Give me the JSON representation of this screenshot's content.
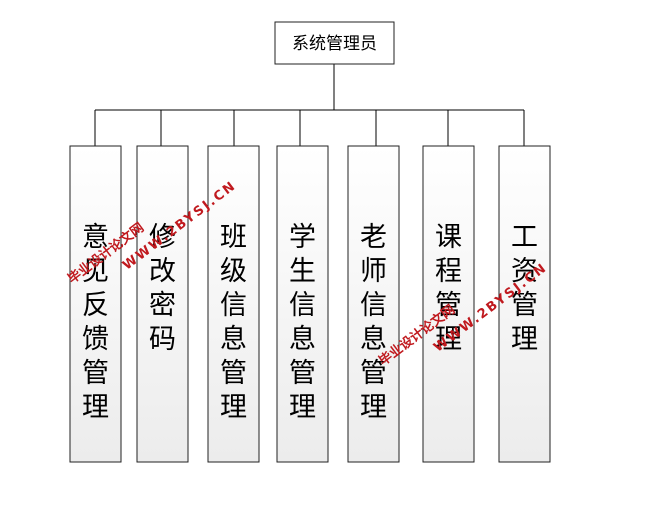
{
  "root": {
    "label": "系统管理员"
  },
  "modules": [
    {
      "label": "意见反馈管理"
    },
    {
      "label": "修改密码"
    },
    {
      "label": "班级信息管理"
    },
    {
      "label": "学生信息管理"
    },
    {
      "label": "老师信息管理"
    },
    {
      "label": "课程管理"
    },
    {
      "label": "工资管理"
    }
  ],
  "watermark": {
    "cn": "毕业设计论文网",
    "en": "WWW.2BYSJ.CN",
    "color": "#c0191e"
  }
}
